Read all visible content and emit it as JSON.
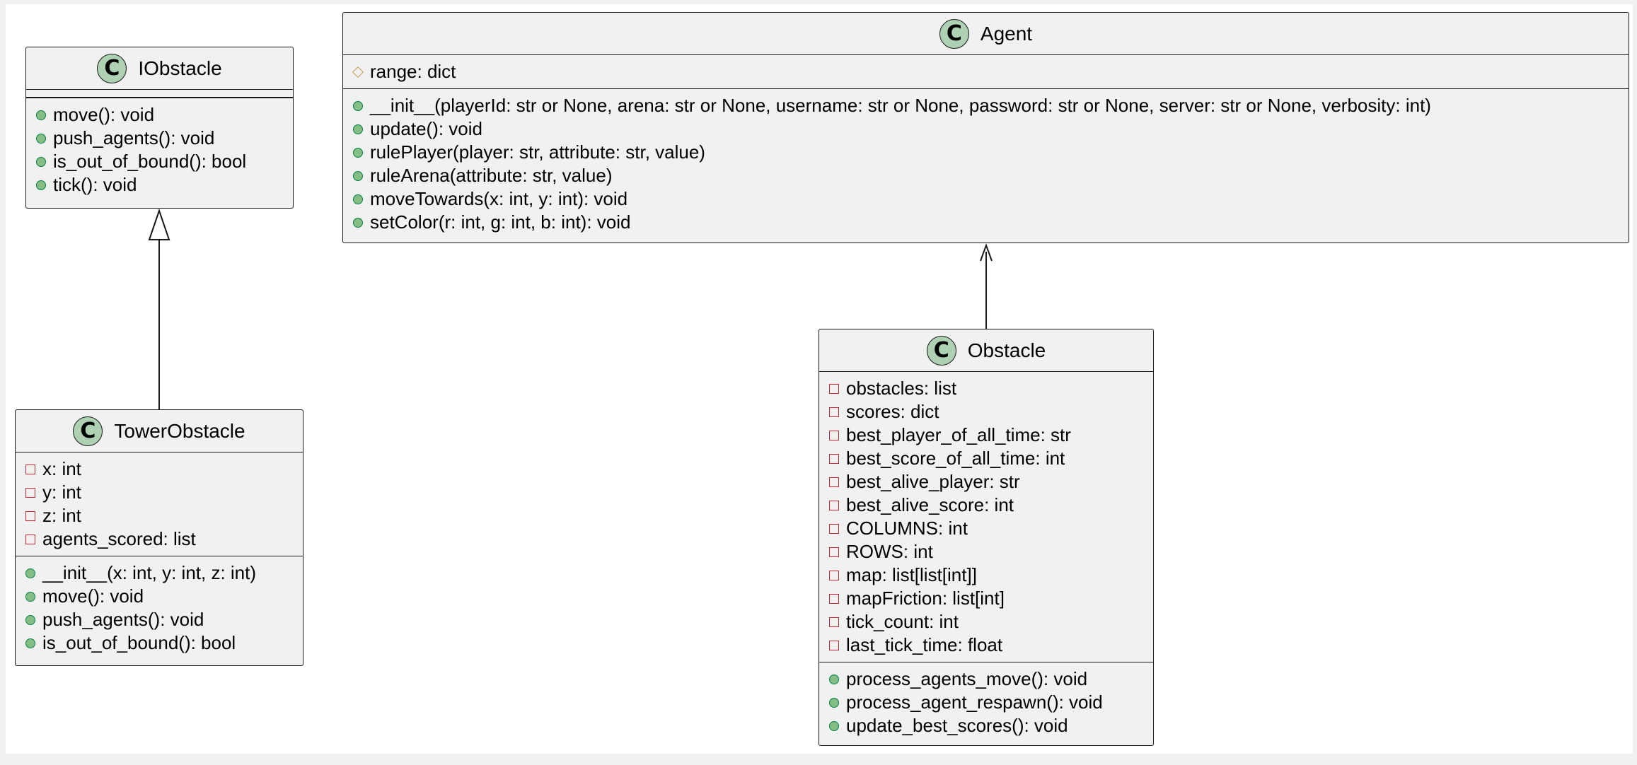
{
  "classes": {
    "iobstacle": {
      "name": "IObstacle",
      "badge": "C",
      "attributes": [],
      "methods": [
        {
          "vis": "public",
          "text": "move(): void"
        },
        {
          "vis": "public",
          "text": "push_agents(): void"
        },
        {
          "vis": "public",
          "text": "is_out_of_bound(): bool"
        },
        {
          "vis": "public",
          "text": "tick(): void"
        }
      ]
    },
    "agent": {
      "name": "Agent",
      "badge": "C",
      "attributes": [
        {
          "vis": "protected",
          "text": "range: dict"
        }
      ],
      "methods": [
        {
          "vis": "public",
          "text": "__init__(playerId: str or None, arena: str or None, username: str or None, password: str or None, server: str or None, verbosity: int)"
        },
        {
          "vis": "public",
          "text": "update(): void"
        },
        {
          "vis": "public",
          "text": "rulePlayer(player: str, attribute: str, value)"
        },
        {
          "vis": "public",
          "text": "ruleArena(attribute: str, value)"
        },
        {
          "vis": "public",
          "text": "moveTowards(x: int, y: int): void"
        },
        {
          "vis": "public",
          "text": "setColor(r: int, g: int, b: int): void"
        }
      ]
    },
    "towerobstacle": {
      "name": "TowerObstacle",
      "badge": "C",
      "attributes": [
        {
          "vis": "private",
          "text": "x: int"
        },
        {
          "vis": "private",
          "text": "y: int"
        },
        {
          "vis": "private",
          "text": "z: int"
        },
        {
          "vis": "private",
          "text": "agents_scored: list"
        }
      ],
      "methods": [
        {
          "vis": "public",
          "text": "__init__(x: int, y: int, z: int)"
        },
        {
          "vis": "public",
          "text": "move(): void"
        },
        {
          "vis": "public",
          "text": "push_agents(): void"
        },
        {
          "vis": "public",
          "text": "is_out_of_bound(): bool"
        }
      ]
    },
    "obstacle": {
      "name": "Obstacle",
      "badge": "C",
      "attributes": [
        {
          "vis": "private",
          "text": "obstacles: list"
        },
        {
          "vis": "private",
          "text": "scores: dict"
        },
        {
          "vis": "private",
          "text": "best_player_of_all_time: str"
        },
        {
          "vis": "private",
          "text": "best_score_of_all_time: int"
        },
        {
          "vis": "private",
          "text": "best_alive_player: str"
        },
        {
          "vis": "private",
          "text": "best_alive_score: int"
        },
        {
          "vis": "private",
          "text": "COLUMNS: int"
        },
        {
          "vis": "private",
          "text": "ROWS: int"
        },
        {
          "vis": "private",
          "text": "map: list[list[int]]"
        },
        {
          "vis": "private",
          "text": "mapFriction: list[int]"
        },
        {
          "vis": "private",
          "text": "tick_count: int"
        },
        {
          "vis": "private",
          "text": "last_tick_time: float"
        }
      ],
      "methods": [
        {
          "vis": "public",
          "text": "process_agents_move(): void"
        },
        {
          "vis": "public",
          "text": "process_agent_respawn(): void"
        },
        {
          "vis": "public",
          "text": "update_best_scores(): void"
        }
      ]
    }
  },
  "relations": [
    {
      "from": "TowerObstacle",
      "to": "IObstacle",
      "kind": "generalization"
    },
    {
      "from": "Obstacle",
      "to": "Agent",
      "kind": "association"
    }
  ]
}
